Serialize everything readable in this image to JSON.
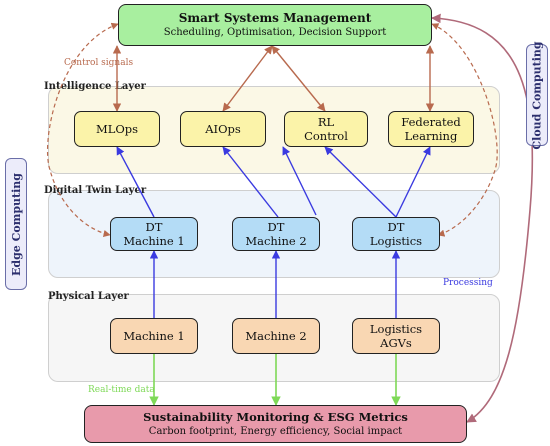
{
  "top_box": {
    "title": "Smart Systems Management",
    "subtitle": "Scheduling, Optimisation, Decision Support"
  },
  "bottom_box": {
    "title": "Sustainability Monitoring & ESG Metrics",
    "subtitle": "Carbon footprint, Energy efficiency, Social impact"
  },
  "layers": {
    "intelligence": "Intelligence Layer",
    "digital_twin": "Digital Twin Layer",
    "physical": "Physical Layer"
  },
  "intelligence_nodes": [
    {
      "lines": [
        "MLOps"
      ]
    },
    {
      "lines": [
        "AIOps"
      ]
    },
    {
      "lines": [
        "RL",
        "Control"
      ]
    },
    {
      "lines": [
        "Federated",
        "Learning"
      ]
    }
  ],
  "dt_nodes": [
    {
      "lines": [
        "DT",
        "Machine 1"
      ]
    },
    {
      "lines": [
        "DT",
        "Machine 2"
      ]
    },
    {
      "lines": [
        "DT",
        "Logistics"
      ]
    }
  ],
  "physical_nodes": [
    {
      "lines": [
        "Machine 1"
      ]
    },
    {
      "lines": [
        "Machine 2"
      ]
    },
    {
      "lines": [
        "Logistics",
        "AGVs"
      ]
    }
  ],
  "side_labels": {
    "edge": "Edge Computing",
    "cloud": "Cloud Computing"
  },
  "annotations": {
    "control_signals": "Control signals",
    "processing": "Processing",
    "real_time_data": "Real-time data"
  },
  "colors": {
    "control": "#b86a4e",
    "processing": "#3a3ae0",
    "data": "#7ed957",
    "cloud": "#b06a7a",
    "edge_dashed": "#b86a4e"
  }
}
